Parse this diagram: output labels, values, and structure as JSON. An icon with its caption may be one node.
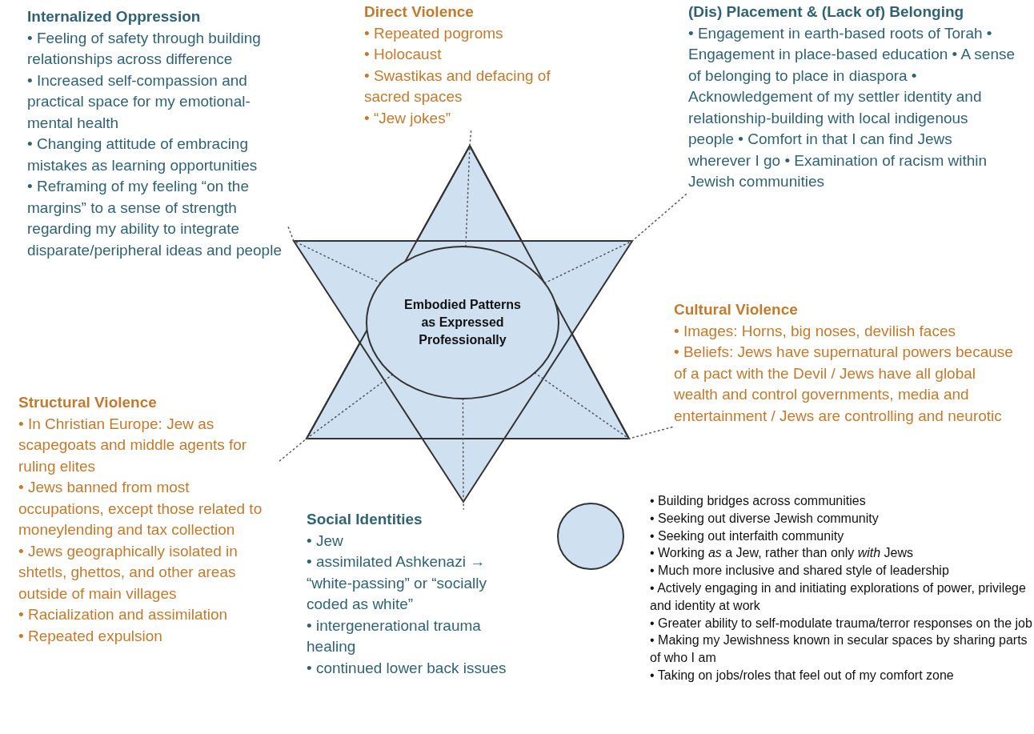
{
  "diagram": {
    "nodes": [
      {
        "text": [
          "Internalized Oppression",
          "• Feeling of safety through building relationships across difference",
          "• Increased self-compassion and practical space for my emotional-mental health",
          "• Changing attitude of embracing mistakes as learning opportunities",
          "• Reframing of my feeling “on the margins” to a sense of strength regarding my ability to integrate disparate/peripheral ideas and people"
        ]
      },
      {
        "text": [
          "Direct Violence",
          "• Repeated pogroms",
          "• Holocaust",
          "• Swastikas and defacing of sacred spaces",
          "• “Jew jokes”"
        ]
      },
      {
        "text": [
          "(Dis) Placement & (Lack of) Belonging",
          "• Engagement in earth-based roots of Torah • Engagement in place-based education • A sense of belonging to place in diaspora • Acknowledgement of my settler identity and relationship-building with local indigenous people • Comfort in that I can find Jews wherever I go • Examination of racism within Jewish communities"
        ]
      },
      {
        "text": [
          "Embodied Patterns as Expressed Professionally"
        ]
      },
      {
        "text": [
          "Cultural Violence",
          "• Images: Horns, big noses, devilish faces",
          "• Beliefs: Jews have supernatural powers because of a pact with the Devil / Jews have all global wealth and control governments, media and entertainment / Jews are controlling and neurotic"
        ]
      },
      {
        "text": [
          "Structural Violence",
          "• In Christian Europe: Jew as scapegoats and middle agents for ruling elites",
          "• Jews banned from most occupations, except those related to moneylending and tax collection",
          "• Jews geographically isolated in shtetls, ghettos, and other areas outside of main villages",
          "• Racialization and assimilation",
          "• Repeated expulsion"
        ]
      },
      {
        "text": [
          "Social Identities",
          "• Jew",
          "• assimilated Ashkenazi → “white-passing” or “socially coded as white”",
          "• intergenerational trauma healing",
          "• continued lower back issues"
        ]
      },
      {
        "text": [],
        "shape": "circle"
      }
    ],
    "edges": [
      {
        "from": 3,
        "to": 1,
        "arrow": "none",
        "style": "dashed"
      },
      {
        "from": 3,
        "to": 2,
        "arrow": "none",
        "style": "dashed"
      },
      {
        "from": 3,
        "to": 4,
        "arrow": "none",
        "style": "dashed"
      },
      {
        "from": 3,
        "to": 6,
        "arrow": "none",
        "style": "dashed"
      },
      {
        "from": 3,
        "to": 5,
        "arrow": "none",
        "style": "dashed"
      },
      {
        "from": 3,
        "to": 0,
        "arrow": "none",
        "style": "dashed"
      }
    ],
    "labels": [
      "• Building bridges across communities",
      "• Seeking out diverse Jewish community",
      "• Seeking out interfaith community",
      "• Working *as* a Jew, rather than only *with* Jews",
      "• Much more inclusive and shared style of leadership",
      "• Actively engaging in and initiating explorations of power, privilege and identity at work",
      "• Greater ability to self-modulate trauma/terror responses on the job",
      "• Making my Jewishness known in secular spaces by sharing parts of who I am",
      "• Taking on jobs/roles that feel out of my comfort zone"
    ]
  }
}
